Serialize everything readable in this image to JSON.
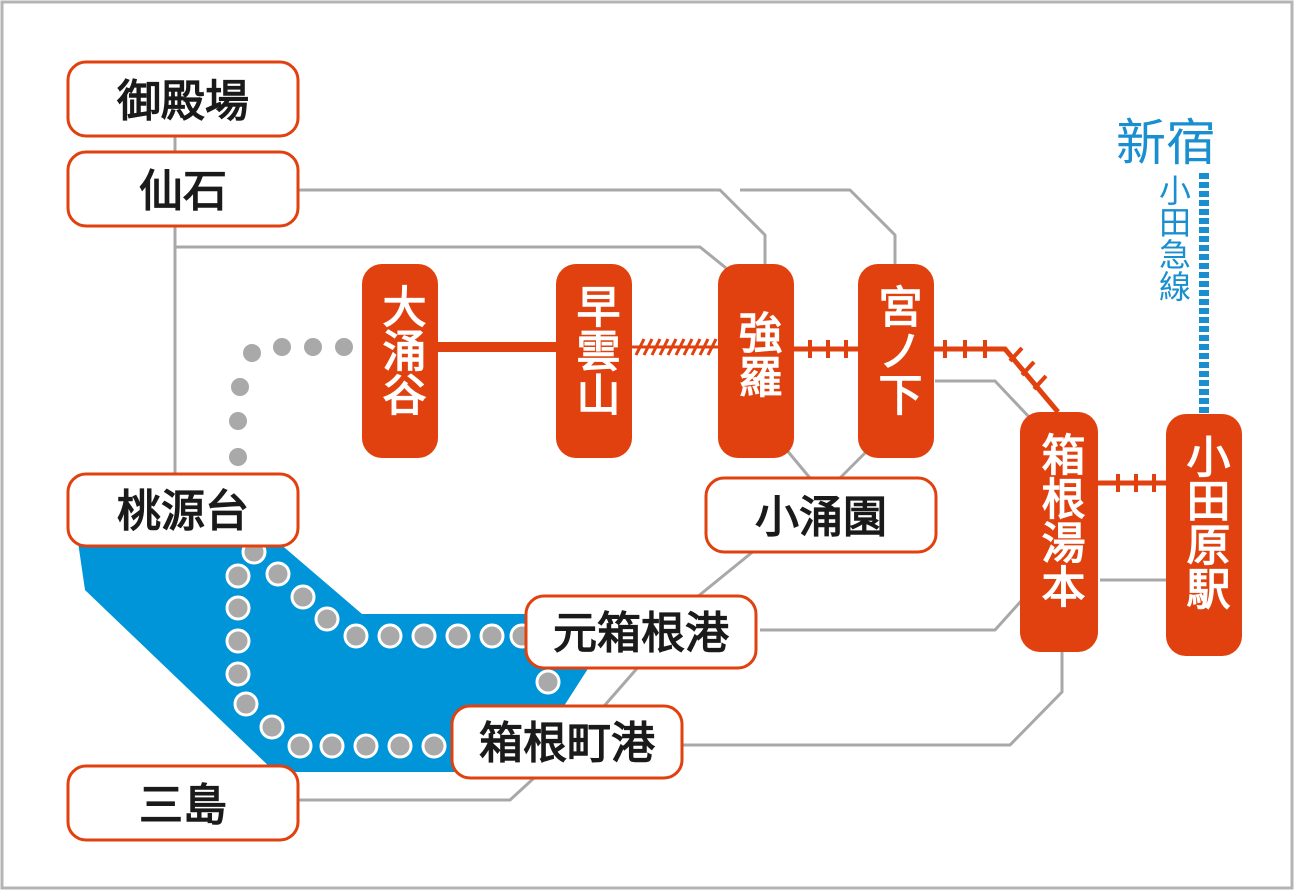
{
  "colors": {
    "frame": "#b4b4b4",
    "road_gray": "#a8a8a8",
    "ropeway_dot": "#a9a9a9",
    "station_red": "#e0410e",
    "lake_blue": "#0095d9",
    "odakyu_blue": "#1a8fd0",
    "white": "#ffffff",
    "black": "#1a1a1a"
  },
  "stations": {
    "gotemba": "御殿場",
    "sengoku": "仙石",
    "togendai": "桃源台",
    "mishima": "三島",
    "motohakone_port": "元箱根港",
    "hakonemachi_port": "箱根町港",
    "kowakien": "小涌園"
  },
  "rail_stations": {
    "owakudani": "大涌谷",
    "sounzan": "早雲山",
    "gora": "強羅",
    "miyanoshita": "宮ノ下",
    "hakone_yumoto": "箱根湯本",
    "odawara": "小田原駅"
  },
  "odakyu": {
    "destination": "新宿",
    "line_name": "小田急線"
  }
}
